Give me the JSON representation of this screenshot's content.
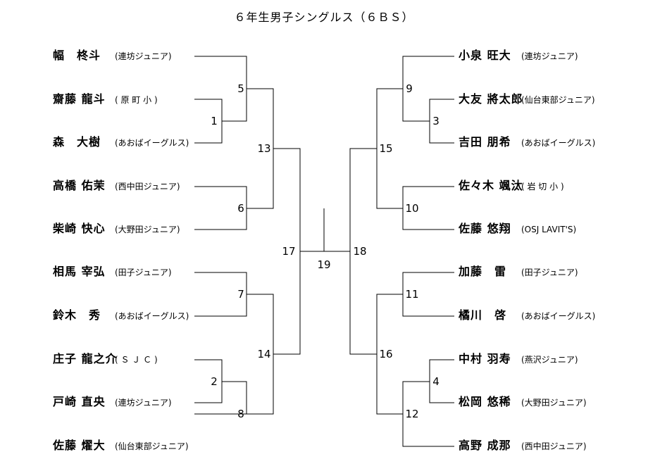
{
  "title": "６年生男子シングルス（６ＢＳ）",
  "colors": {
    "ink": "#000000",
    "background": "#ffffff"
  },
  "left_players": [
    {
      "name": "幅　柊斗",
      "team": "(連坊ジュニア)"
    },
    {
      "name": "齋藤 龍斗",
      "team": "( 原 町 小 )"
    },
    {
      "name": "森　大樹",
      "team": "(あおばイーグルス)"
    },
    {
      "name": "高橋 佑茉",
      "team": "(西中田ジュニア)"
    },
    {
      "name": "柴崎 快心",
      "team": "(大野田ジュニア)"
    },
    {
      "name": "相馬 宰弘",
      "team": "(田子ジュニア)"
    },
    {
      "name": "鈴木　秀",
      "team": "(あおばイーグルス)"
    },
    {
      "name": "庄子 龍之介",
      "team": "( Ｓ Ｊ Ｃ )"
    },
    {
      "name": "戸崎 直央",
      "team": "(連坊ジュニア)"
    },
    {
      "name": "佐藤 燿大",
      "team": "(仙台東部ジュニア)"
    }
  ],
  "right_players": [
    {
      "name": "小泉 旺大",
      "team": "(連坊ジュニア)"
    },
    {
      "name": "大友 將太郎",
      "team": "(仙台東部ジュニア)"
    },
    {
      "name": "吉田 朋希",
      "team": "(あおばイーグルス)"
    },
    {
      "name": "佐々木 颯汰",
      "team": "( 岩 切 小 )"
    },
    {
      "name": "佐藤 悠翔",
      "team": "(OSJ LAVIT'S)"
    },
    {
      "name": "加藤　雷",
      "team": "(田子ジュニア)"
    },
    {
      "name": "橘川　啓",
      "team": "(あおばイーグルス)"
    },
    {
      "name": "中村 羽寿",
      "team": "(燕沢ジュニア)"
    },
    {
      "name": "松岡 悠稀",
      "team": "(大野田ジュニア)"
    },
    {
      "name": "高野 成那",
      "team": "(西中田ジュニア)"
    }
  ],
  "matches": [
    "1",
    "2",
    "3",
    "4",
    "5",
    "6",
    "7",
    "8",
    "9",
    "10",
    "11",
    "12",
    "13",
    "14",
    "15",
    "16",
    "17",
    "18",
    "19"
  ]
}
